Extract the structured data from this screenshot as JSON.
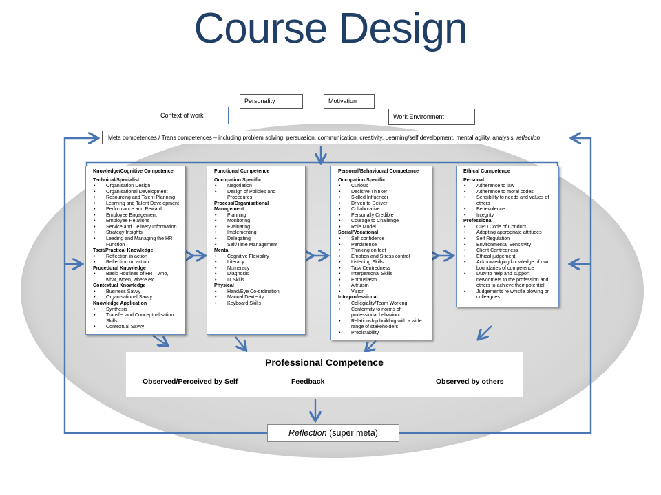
{
  "title": "Course Design",
  "context": {
    "personality": "Personality",
    "motivation": "Motivation",
    "context_of_work": "Context of work",
    "work_environment": "Work Environment"
  },
  "meta": {
    "text": "Meta competences / Trans competences –  including problem solving, persuasion, communication, creativity, Learning/self development, mental agility, analysis, ",
    "italic": "reflection"
  },
  "cards": [
    {
      "title": "Knowledge/Cognitive Competence",
      "sections": [
        {
          "heading": "Technical/Specialist",
          "items": [
            "Organisation Design",
            "Organisational Development",
            "Resourcing and Talent Planning",
            "Learning and Talent Development",
            "Performance and Reward",
            "Employee Engagement",
            "Employee Relations",
            "Service and Delivery Information",
            "Strategy Insights",
            "Leading and Managing the HR Function"
          ]
        },
        {
          "heading": "Tacit/Practical Knowledge",
          "items": [
            "Reflection in action",
            "Reflection on action"
          ]
        },
        {
          "heading": "Procedural Knowledge",
          "items": [
            "Basic Routines of HR  – who, what, when, where etc"
          ]
        },
        {
          "heading": "Contextual Knowledge",
          "items": [
            "Business Savvy",
            "Organisational Savvy"
          ]
        },
        {
          "heading": "Knowledge Application",
          "items": [
            "Synthesis",
            "Transfer and Conceptualisation Skills",
            "Contextual Savvy"
          ]
        }
      ]
    },
    {
      "title": "Functional Competence",
      "sections": [
        {
          "heading": "Occupation Specific",
          "items": [
            "Negotiation",
            "Design of Policies and Procedures"
          ]
        },
        {
          "heading": "Process/Organisational Management",
          "items": [
            "Planning",
            "Monitoring",
            "Evaluating",
            "Implementing",
            "Delegating",
            "Self/Time Management"
          ]
        },
        {
          "heading": "Mental",
          "items": [
            "Cognitive Flexibility",
            "Literacy",
            "Numeracy",
            "Diagnosis",
            "IT Skills"
          ]
        },
        {
          "heading": "Physical",
          "items": [
            "Hand/Eye Co-ordination",
            "Manual Dexterity",
            "Keyboard Skills"
          ]
        }
      ]
    },
    {
      "title": "Personal/Behavioural Competence",
      "sections": [
        {
          "heading": "Occupation Specific",
          "items": [
            "Curious",
            "Decisive Thinker",
            "Skilled Influencer",
            "Driven to Deliver",
            "Collaborative",
            "Personally Credible",
            "Courage to Challenge",
            "Role Model"
          ]
        },
        {
          "heading": "Social/Vocational",
          "items": [
            "Self confidence",
            "Persistence",
            "Thinking on feet",
            "Emotion and Stress control",
            "Listening Skills",
            "Task Centredness",
            "Interpersonal Skills",
            "Enthusiasm",
            "Altruism",
            "Vision"
          ]
        },
        {
          "heading": "Intraprofessional",
          "items": [
            "Collegiality/Team Working",
            "Conformity to norms of professional behaviour",
            "Relationship building with a wide range of stakeholders",
            "Predictability"
          ]
        }
      ]
    },
    {
      "title": "Ethical Competence",
      "sections": [
        {
          "heading": "Personal",
          "items": [
            "Adherence to law",
            "Adherence to moral codes",
            "Sensibility to needs and values of others",
            "Benevolence",
            "Integrity"
          ]
        },
        {
          "heading": "Professional",
          "items": [
            "CIPD Code of Conduct",
            "Adopting appropriate attitudes",
            "Self Regulation",
            "Environmental Sensitivity",
            "Client Centredness",
            "Ethical judgement",
            "Acknowledging knowledge of own boundaries of competence",
            "Duty to help and support newcomers to the profession and others to achieve their potential",
            "Judgements re whistle blowing on colleagues"
          ]
        }
      ]
    }
  ],
  "professional": {
    "title": "Professional Competence",
    "self": "Observed/Perceived  by Self",
    "feedback": "Feedback",
    "others": "Observed  by others"
  },
  "reflection": {
    "italic": "Reflection",
    "rest": " (super meta)"
  },
  "colors": {
    "title": "#1f3f66",
    "arrow": "#4a76b3",
    "ellipse": "#d9d9d9"
  }
}
